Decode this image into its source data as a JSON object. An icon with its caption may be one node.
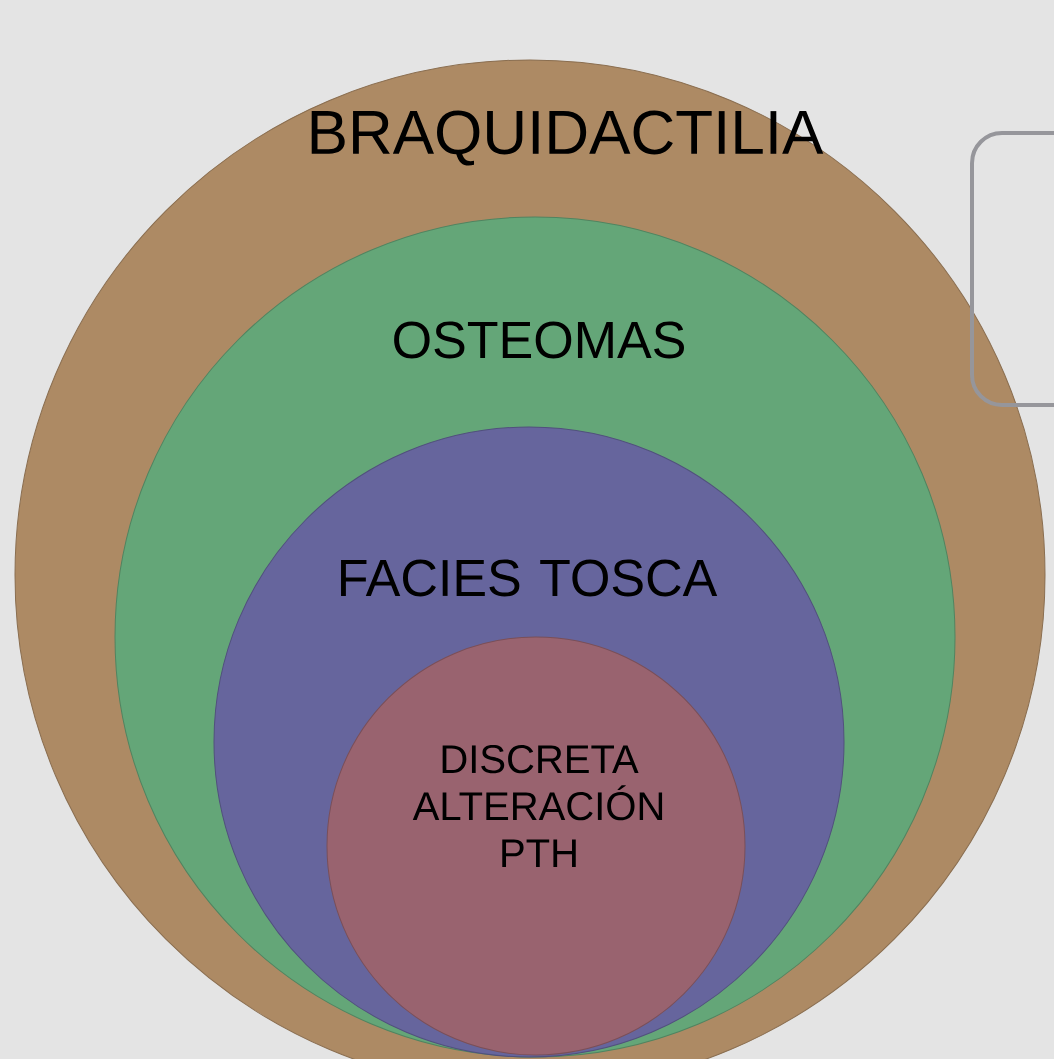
{
  "diagram": {
    "nodes": [
      {
        "text": [
          "BRAQUIDACTILIA"
        ]
      },
      {
        "text": [
          "OSTEOMAS"
        ],
        "in": 0
      },
      {
        "text": [
          "FACIES TOSCA"
        ],
        "in": 1
      },
      {
        "text": [
          "DISCRETA ALTERACIÓN PTH"
        ],
        "in": 2
      },
      {
        "text": [],
        "shape": "box"
      }
    ]
  }
}
